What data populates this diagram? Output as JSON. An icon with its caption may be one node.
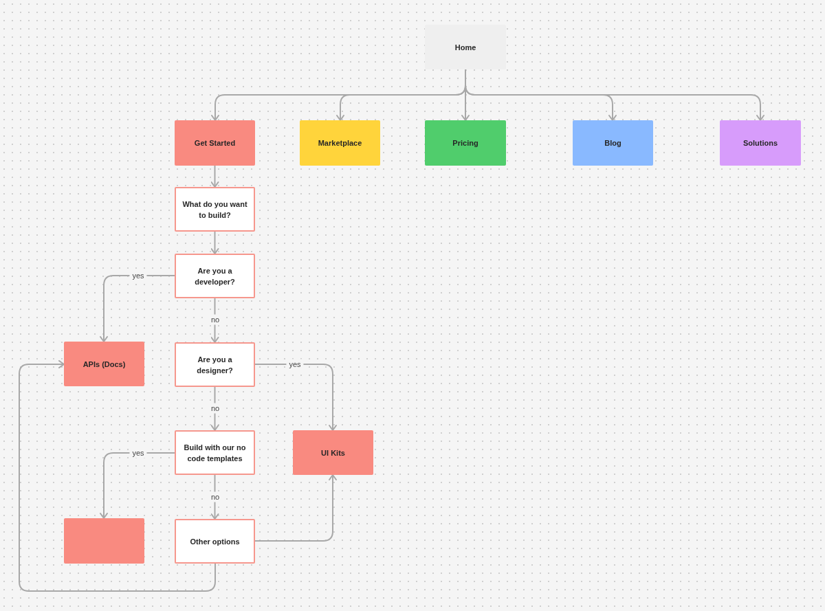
{
  "diagram": {
    "nodes": [
      {
        "text": [
          "Home"
        ]
      },
      {
        "text": [
          "Get Started"
        ]
      },
      {
        "text": [
          "Marketplace"
        ]
      },
      {
        "text": [
          "Pricing"
        ]
      },
      {
        "text": [
          "Blog"
        ]
      },
      {
        "text": [
          "Solutions"
        ]
      },
      {
        "text": [
          "What do you want to build?"
        ]
      },
      {
        "text": [
          "Are you a developer?"
        ]
      },
      {
        "text": [
          "APIs (Docs)"
        ]
      },
      {
        "text": [
          "Are you a designer?"
        ]
      },
      {
        "text": [
          "UI Kits"
        ]
      },
      {
        "text": [
          "Build with our no code templates"
        ]
      },
      {
        "text": [],
        "shape": "box"
      },
      {
        "text": [
          "Other options"
        ]
      }
    ],
    "edges": [
      {
        "from": 0,
        "to": 1,
        "arrow": "to"
      },
      {
        "from": 0,
        "to": 2,
        "arrow": "to"
      },
      {
        "from": 0,
        "to": 3,
        "arrow": "to"
      },
      {
        "from": 0,
        "to": 4,
        "arrow": "to"
      },
      {
        "from": 0,
        "to": 5,
        "arrow": "to"
      },
      {
        "from": 1,
        "to": 6,
        "arrow": "to"
      },
      {
        "from": 6,
        "to": 7,
        "arrow": "to"
      },
      {
        "from": 7,
        "to": 8,
        "arrow": "to",
        "label": "yes"
      },
      {
        "from": 7,
        "to": 9,
        "arrow": "to",
        "label": "no"
      },
      {
        "from": 9,
        "to": 10,
        "arrow": "to",
        "label": "yes"
      },
      {
        "from": 9,
        "to": 11,
        "arrow": "to",
        "label": "no"
      },
      {
        "from": 11,
        "to": 12,
        "arrow": "to",
        "label": "yes"
      },
      {
        "from": 11,
        "to": 13,
        "arrow": "to",
        "label": "no"
      },
      {
        "from": 13,
        "to": 10,
        "arrow": "to"
      },
      {
        "from": 13,
        "to": 8,
        "arrow": "to"
      }
    ]
  }
}
